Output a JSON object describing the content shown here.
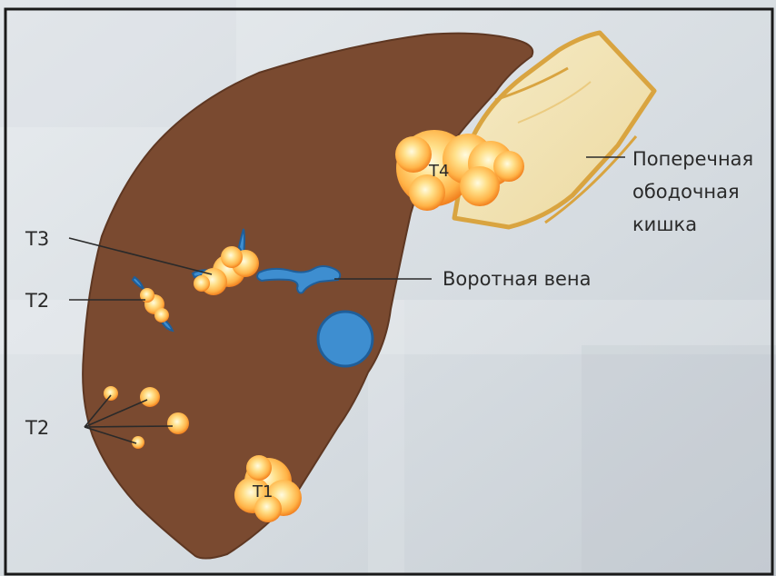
{
  "labels": {
    "t1": "T1",
    "t2_upper": "T2",
    "t2_lower": "T2",
    "t3": "T3",
    "t4": "T4",
    "portal_vein": "Воротная вена",
    "colon_line1": "Поперечная",
    "colon_line2": "ободочная",
    "colon_line3": "кишка"
  },
  "colors": {
    "liver": "#7a4a30",
    "liver_edge": "#5e3722",
    "colon": "#f2e3b2",
    "colon_edge": "#d9a440",
    "vein": "#3e8ed0",
    "vein_edge": "#1f5e99",
    "tumor_core": "#fff3c0",
    "tumor_mid": "#ffb347",
    "tumor_edge": "#f07a1a",
    "frame": "#1a1a1a"
  }
}
